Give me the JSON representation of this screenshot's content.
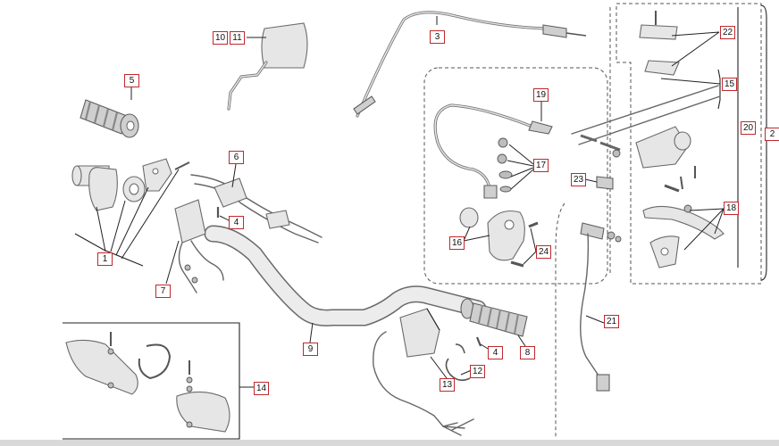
{
  "labels": {
    "l1": "1",
    "l2": "2",
    "l3": "3",
    "l4a": "4",
    "l4b": "4",
    "l5": "5",
    "l6": "6",
    "l7": "7",
    "l8": "8",
    "l9": "9",
    "l10": "10",
    "l11": "11",
    "l12": "12",
    "l13": "13",
    "l14": "14",
    "l15": "15",
    "l16": "16",
    "l17": "17",
    "l18": "18",
    "l19": "19",
    "l20": "20",
    "l21": "21",
    "l22": "22",
    "l23": "23",
    "l24": "24"
  },
  "colors": {
    "callout_border": "#c0282d",
    "line_art": "#6a6a6a"
  }
}
